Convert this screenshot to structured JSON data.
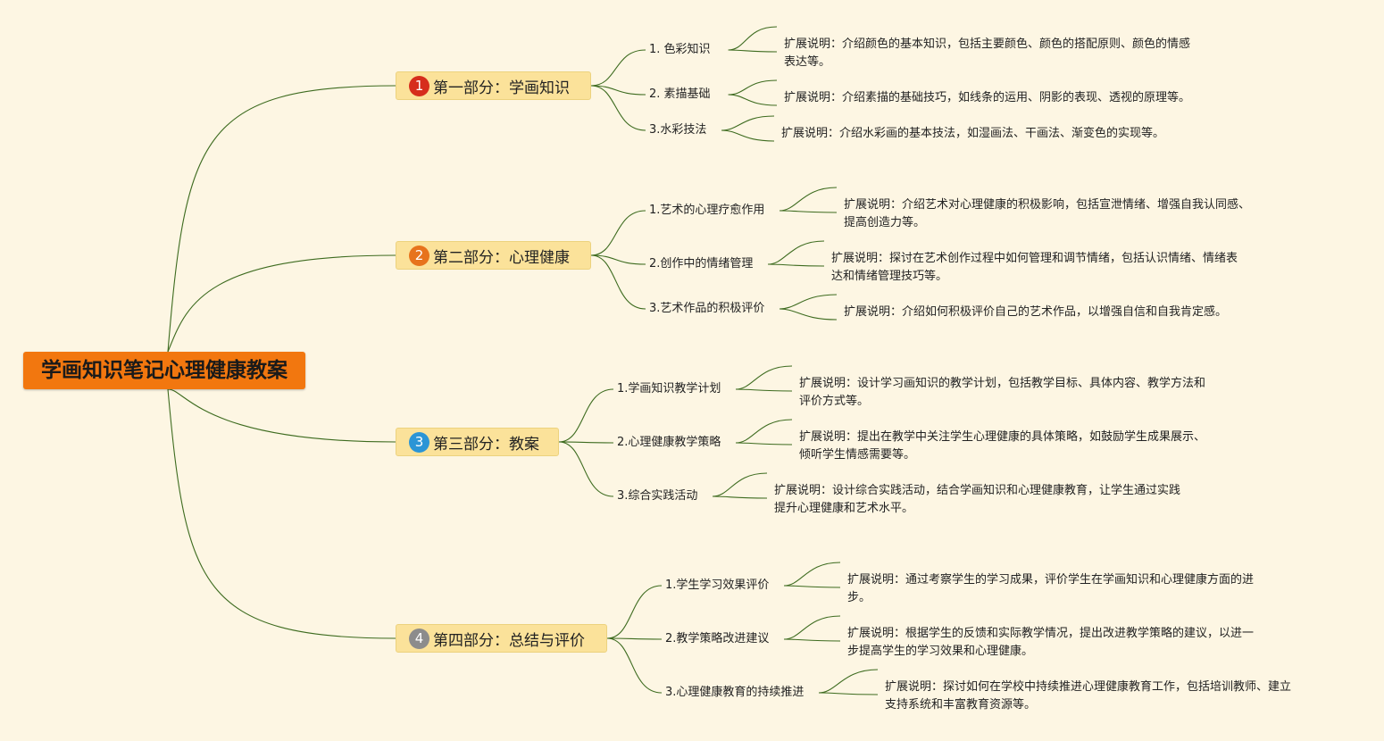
{
  "root": {
    "title": "学画知识笔记心理健康教案"
  },
  "colors": {
    "line": "#3d6b1f",
    "root_fill": "#f2770f",
    "section_fill": "#fbe29a"
  },
  "sections": [
    {
      "number": "1",
      "badge_color": "#d62d1c",
      "label": "第一部分：学画知识",
      "items": [
        {
          "label": "1. 色彩知识",
          "desc": [
            "扩展说明：介绍颜色的基本知识，包括主要颜色、颜色的搭配原则、颜色的情感",
            "表达等。"
          ]
        },
        {
          "label": "2. 素描基础",
          "desc": [
            "扩展说明：介绍素描的基础技巧，如线条的运用、阴影的表现、透视的原理等。"
          ]
        },
        {
          "label": "3.水彩技法",
          "desc": [
            "扩展说明：介绍水彩画的基本技法，如湿画法、干画法、渐变色的实现等。"
          ]
        }
      ]
    },
    {
      "number": "2",
      "badge_color": "#e7731c",
      "label": "第二部分：心理健康",
      "items": [
        {
          "label": "1.艺术的心理疗愈作用",
          "desc": [
            "扩展说明：介绍艺术对心理健康的积极影响，包括宣泄情绪、增强自我认同感、",
            "提高创造力等。"
          ]
        },
        {
          "label": "2.创作中的情绪管理",
          "desc": [
            "扩展说明：探讨在艺术创作过程中如何管理和调节情绪，包括认识情绪、情绪表",
            "达和情绪管理技巧等。"
          ]
        },
        {
          "label": "3.艺术作品的积极评价",
          "desc": [
            "扩展说明：介绍如何积极评价自己的艺术作品，以增强自信和自我肯定感。"
          ]
        }
      ]
    },
    {
      "number": "3",
      "badge_color": "#2b95d6",
      "label": "第三部分：教案",
      "items": [
        {
          "label": "1.学画知识教学计划",
          "desc": [
            "扩展说明：设计学习画知识的教学计划，包括教学目标、具体内容、教学方法和",
            "评价方式等。"
          ]
        },
        {
          "label": "2.心理健康教学策略",
          "desc": [
            "扩展说明：提出在教学中关注学生心理健康的具体策略，如鼓励学生成果展示、",
            "倾听学生情感需要等。"
          ]
        },
        {
          "label": "3.综合实践活动",
          "desc": [
            "扩展说明：设计综合实践活动，结合学画知识和心理健康教育，让学生通过实践",
            "提升心理健康和艺术水平。"
          ]
        }
      ]
    },
    {
      "number": "4",
      "badge_color": "#8c8c8c",
      "label": "第四部分：总结与评价",
      "items": [
        {
          "label": "1.学生学习效果评价",
          "desc": [
            "扩展说明：通过考察学生的学习成果，评价学生在学画知识和心理健康方面的进",
            "步。"
          ]
        },
        {
          "label": "2.教学策略改进建议",
          "desc": [
            "扩展说明：根据学生的反馈和实际教学情况，提出改进教学策略的建议，以进一",
            "步提高学生的学习效果和心理健康。"
          ]
        },
        {
          "label": "3.心理健康教育的持续推进",
          "desc": [
            "扩展说明：探讨如何在学校中持续推进心理健康教育工作，包括培训教师、建立",
            "支持系统和丰富教育资源等。"
          ]
        }
      ]
    }
  ]
}
